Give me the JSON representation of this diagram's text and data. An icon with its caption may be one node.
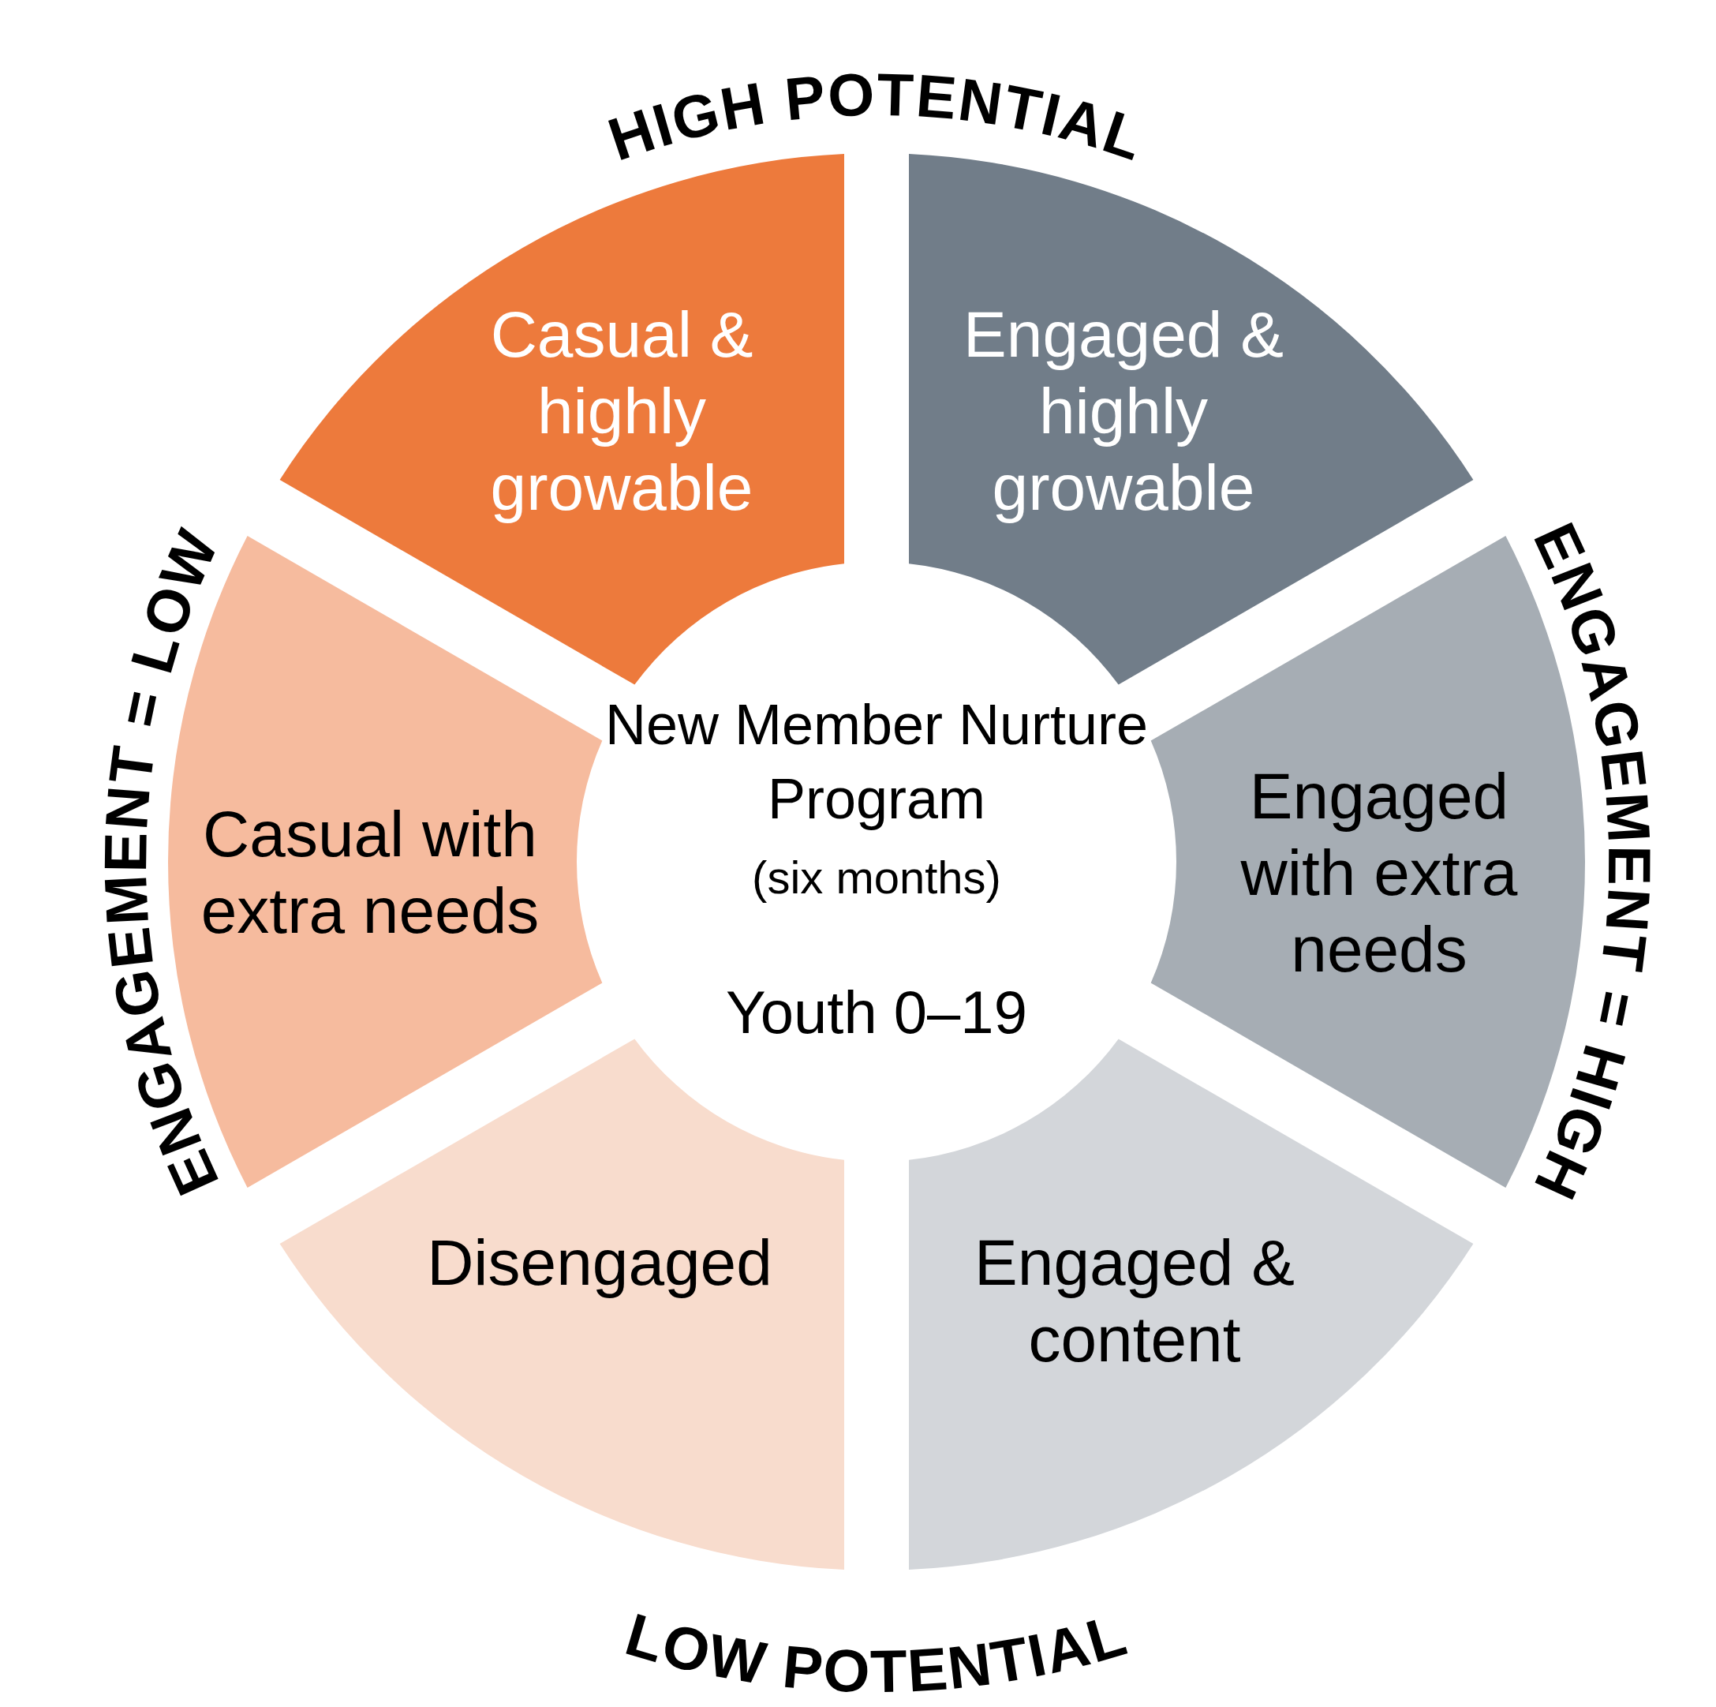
{
  "diagram": {
    "nodes": [
      {
        "text": [
          "Casual & highly growable"
        ]
      },
      {
        "text": [
          "Engaged & highly growable"
        ]
      },
      {
        "text": [
          "Casual with extra needs"
        ]
      },
      {
        "text": [
          "Engaged with extra needs"
        ]
      },
      {
        "text": [
          "Disengaged"
        ]
      },
      {
        "text": [
          "Engaged & content"
        ]
      }
    ],
    "labels": [
      "HIGH POTENTIAL",
      "ENGAGEMENT = LOW",
      "New Member Nurture Program",
      "(six months)",
      "Youth 0–19",
      "ENGAGEMENT = HIGH",
      "LOW POTENTIAL"
    ]
  }
}
